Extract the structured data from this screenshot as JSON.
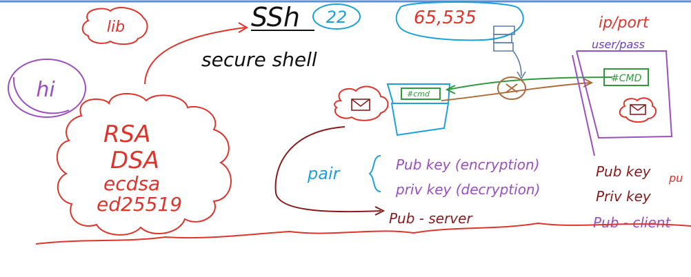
{
  "board": {
    "bubbles": {
      "lib": "lib",
      "hi": "hi"
    },
    "ssh": {
      "title": "SSh",
      "port": "22",
      "subtitle": "secure shell"
    },
    "algorithms": [
      "RSA",
      "DSA",
      "ecdsa",
      "ed25519"
    ],
    "max_port": "65,535",
    "server": {
      "label": "ip/port",
      "credentials": "user/pass",
      "cmd": "#CMD"
    },
    "client": {
      "cmd": "#cmd"
    },
    "key_pair": {
      "label": "pair",
      "pub_key": "Pub key (encryption)",
      "priv_key": "priv key (decryption)",
      "pub_server": "Pub - server"
    },
    "right_notes": {
      "pub_key": "Pub key",
      "pub_key_suffix": "pu",
      "priv_key": "Priv key",
      "pub_client": "Pub - client"
    },
    "colors": {
      "red": "#e0332a",
      "blue": "#1aa0dc",
      "green": "#2e9a3c",
      "purple": "#9b4ec0",
      "brown": "#b06a3a",
      "black": "#111111",
      "dark_red": "#8a1a1a",
      "steel": "#5a7aa8"
    }
  }
}
